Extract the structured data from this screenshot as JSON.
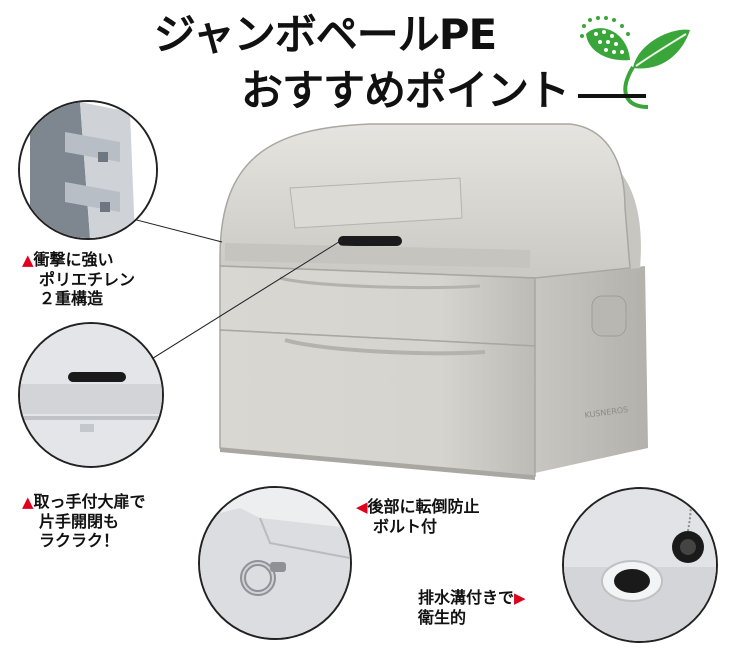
{
  "title": {
    "line1": "ジャンボペールPE",
    "line2": "おすすめポイント"
  },
  "colors": {
    "accent_red": "#e0001b",
    "leaf_green": "#3aa63a",
    "product_gray": "#d4d2cc"
  },
  "features": [
    {
      "marker": "▲",
      "lines": [
        "衝撃に強い",
        "ポリエチレン",
        "２重構造"
      ]
    },
    {
      "marker": "▲",
      "lines": [
        "取っ手付大扉で",
        "片手開閉も",
        "ラクラク！"
      ]
    },
    {
      "marker": "◀",
      "lines": [
        "後部に転倒防止",
        "ボルト付"
      ]
    },
    {
      "marker": "▶",
      "lines": [
        "排水溝付きで",
        "衛生的"
      ]
    }
  ],
  "product_imprint": "KUSNEROS"
}
